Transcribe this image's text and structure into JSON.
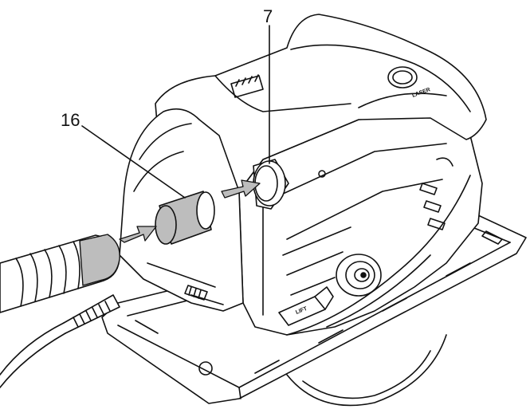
{
  "diagram": {
    "callouts": [
      {
        "id": "callout-7",
        "label": "7"
      },
      {
        "id": "callout-16",
        "label": "16"
      }
    ],
    "part_labels": {
      "laser_label": "LASER",
      "lift_label": "LIFT"
    },
    "colors": {
      "ink": "#111111",
      "highlight_gray": "#bdbdbd",
      "paper": "#ffffff"
    }
  }
}
